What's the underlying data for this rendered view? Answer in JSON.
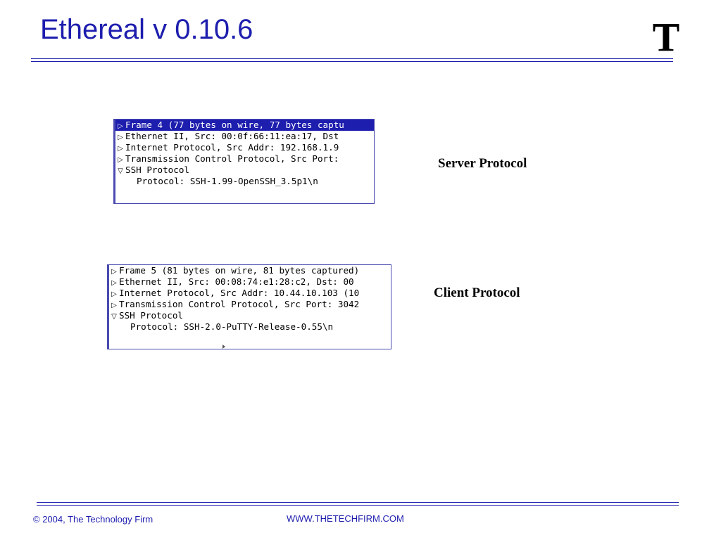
{
  "slide": {
    "title": "Ethereal v 0.10.6",
    "logo_letter": "T",
    "footer_left": "© 2004, The Technology Firm",
    "footer_center": "WWW.THETECHFIRM.COM"
  },
  "server_panel": {
    "label": "Server Protocol",
    "rows": [
      {
        "icon": "expand-arrow-icon",
        "text": "Frame 4 (77 bytes on wire, 77 bytes captu"
      },
      {
        "icon": "expand-arrow-icon",
        "text": "Ethernet II, Src: 00:0f:66:11:ea:17, Dst"
      },
      {
        "icon": "expand-arrow-icon",
        "text": "Internet Protocol, Src Addr: 192.168.1.9"
      },
      {
        "icon": "expand-arrow-icon",
        "text": "Transmission Control Protocol, Src Port:"
      },
      {
        "icon": "collapse-arrow-icon",
        "text": "SSH Protocol"
      },
      {
        "icon": "",
        "text": "Protocol: SSH-1.99-OpenSSH_3.5p1\\n"
      }
    ]
  },
  "client_panel": {
    "label": "Client Protocol",
    "rows": [
      {
        "icon": "expand-arrow-icon",
        "text": "Frame 5 (81 bytes on wire, 81 bytes captured)"
      },
      {
        "icon": "expand-arrow-icon",
        "text": "Ethernet II, Src: 00:08:74:e1:28:c2, Dst: 00"
      },
      {
        "icon": "expand-arrow-icon",
        "text": "Internet Protocol, Src Addr: 10.44.10.103 (10"
      },
      {
        "icon": "expand-arrow-icon",
        "text": "Transmission Control Protocol, Src Port: 3042"
      },
      {
        "icon": "collapse-arrow-icon",
        "text": "SSH Protocol"
      },
      {
        "icon": "",
        "text": "Protocol: SSH-2.0-PuTTY-Release-0.55\\n"
      }
    ]
  },
  "colors": {
    "accent": "#1d1dae",
    "selection": "#1d1dae"
  }
}
